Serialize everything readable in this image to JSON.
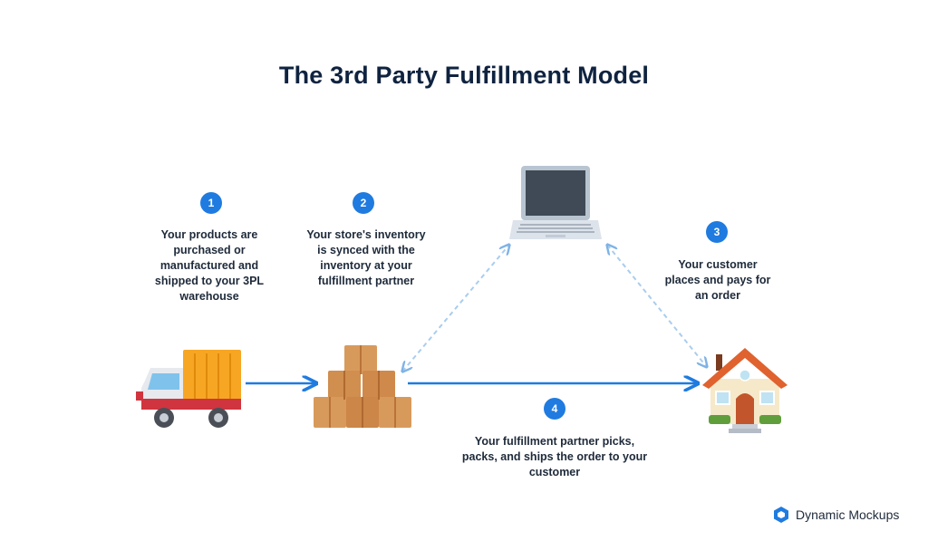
{
  "title": "The 3rd Party Fulfillment Model",
  "steps": [
    {
      "number": "1",
      "text": "Your products are purchased or manufactured and shipped to your 3PL warehouse"
    },
    {
      "number": "2",
      "text": "Your store's inventory is synced with the inventory at your fulfillment partner"
    },
    {
      "number": "3",
      "text": "Your customer places and pays for an order"
    },
    {
      "number": "4",
      "text": "Your fulfillment partner picks, packs, and ships the order to your customer"
    }
  ],
  "nodes": [
    {
      "id": "truck",
      "icon": "truck-icon"
    },
    {
      "id": "warehouse",
      "icon": "boxes-icon"
    },
    {
      "id": "store",
      "icon": "laptop-icon"
    },
    {
      "id": "customer",
      "icon": "house-icon"
    }
  ],
  "brand": {
    "name": "Dynamic Mockups",
    "icon": "dynamic-mockups-logo-icon"
  },
  "colors": {
    "accent": "#1f7be0",
    "title": "#0f2340",
    "arrow": "#1f7be0",
    "dashed": "#a9cdee"
  }
}
